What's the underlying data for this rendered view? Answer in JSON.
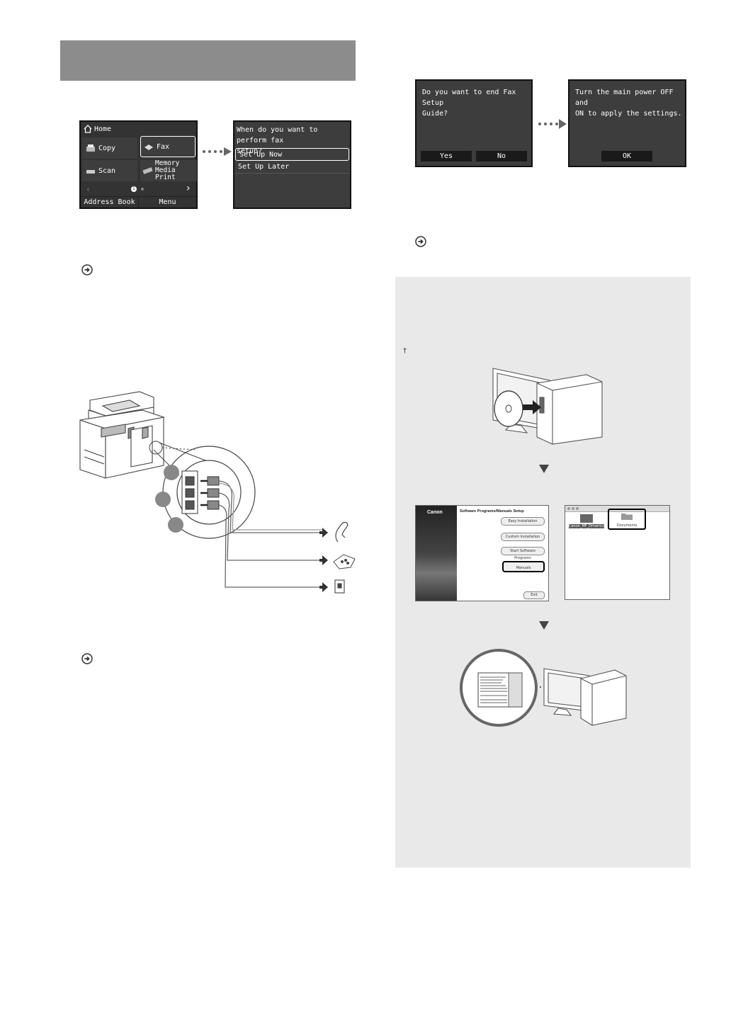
{
  "fax_home": {
    "title": "Home",
    "tiles": [
      "Copy",
      "Fax",
      "Scan",
      "Memory Media Print"
    ],
    "tile_memory_line1": "Memory",
    "tile_memory_line2": "Media Print",
    "page_indicator": "1",
    "bottom_left": "Address Book",
    "bottom_right": "Menu"
  },
  "fax_setup_prompt": {
    "question": "When do you want to perform fax setup?",
    "question_line1": "When do you want to perform fax",
    "question_line2": "setup?",
    "options": [
      "Set Up Now",
      "Set Up Later"
    ]
  },
  "end_guide_dialog": {
    "line1": "Do you want to end Fax Setup",
    "line2": "Guide?",
    "yes": "Yes",
    "no": "No"
  },
  "power_dialog": {
    "line1": "Turn the main power OFF and",
    "line2": "ON to apply the settings.",
    "ok": "OK"
  },
  "panel": {
    "dagger": "†"
  },
  "installer": {
    "brand": "Canon",
    "title": "Software Programs/Manuals Setup",
    "buttons": [
      "Easy Installation",
      "Custom Installation",
      "Start Software Programs",
      "Manuals",
      "Exit"
    ]
  },
  "mac_window": {
    "icon_label": "Canon_MF_Driver(s)",
    "folder_label": "Documents"
  },
  "icons": [
    "home-icon",
    "copy-icon",
    "fax-icon",
    "scan-icon",
    "memory-card-icon",
    "chevron-left-icon",
    "chevron-right-icon",
    "proceed-arrow-icon",
    "telephone-icon",
    "fax-machine-icon",
    "wall-jack-icon",
    "cd-icon",
    "computer-icon",
    "folder-icon"
  ]
}
